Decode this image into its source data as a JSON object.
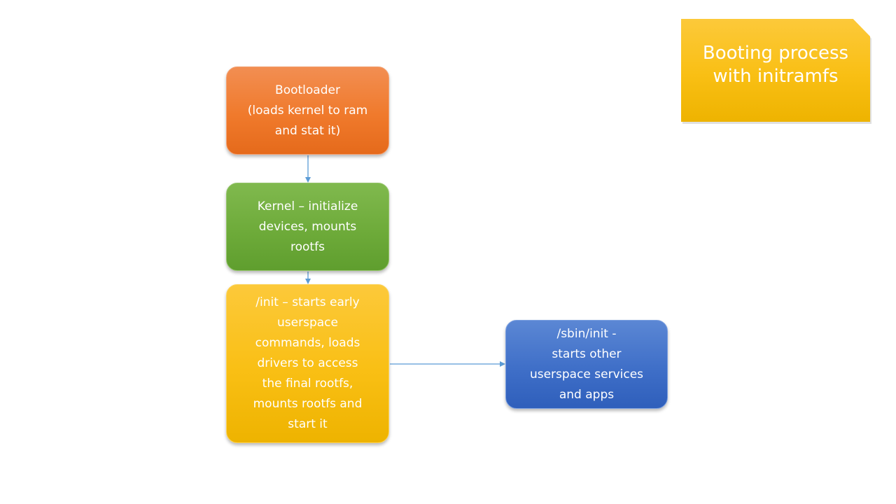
{
  "title": "Booting process\nwith initramfs",
  "nodes": {
    "bootloader": "Bootloader\n(loads kernel to ram\nand stat it)",
    "kernel": "Kernel – initialize\ndevices, mounts\nrootfs",
    "init": "/init – starts early\nuserspace\ncommands, loads\ndrivers to access\nthe final rootfs,\nmounts rootfs and\nstart it",
    "sbin_init": "/sbin/init -\nstarts other\nuserspace services\nand apps"
  },
  "colors": {
    "bootloader": "#f07a2c",
    "kernel": "#6eab3a",
    "init": "#f9bf14",
    "sbin_init": "#3f6fc8",
    "connector": "#5b9bd5"
  }
}
